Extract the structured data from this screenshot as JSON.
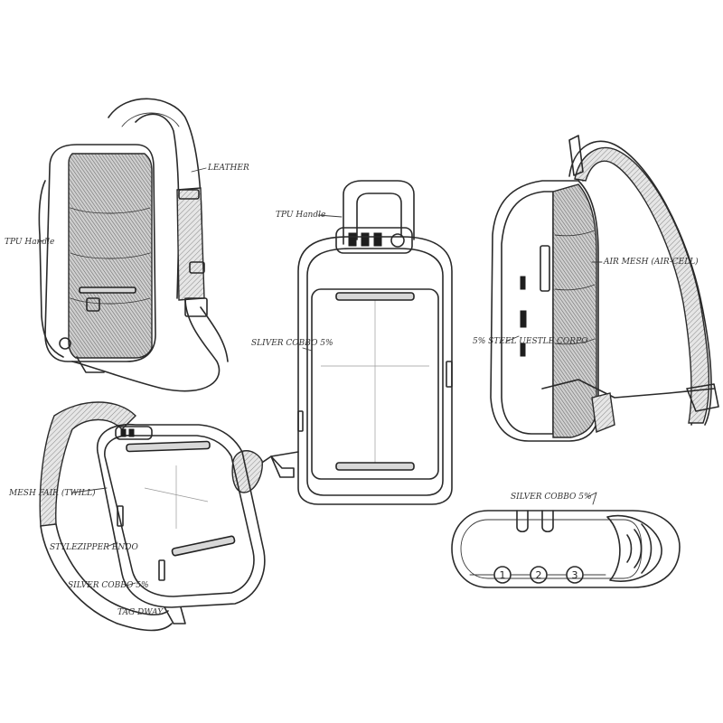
{
  "annotations": {
    "top_left_leather": "LEATHER",
    "top_left_handle": "TPU Handle",
    "center_handle": "TPU Handle",
    "center_silver": "SLIVER COBBO 5%",
    "right_air_mesh": "AIR MESH (AIR-CELL)",
    "right_steel": "5% STEEL UESTLE CORPO",
    "bottom_left_mesh": "MESH FAIR (TWILL)",
    "bottom_left_zipper": "STYLEZIPPER ENDO",
    "bottom_left_silver": "SILVER COBBO 5%",
    "bottom_left_tag": "TAG DWAY",
    "lock_title": "SILVER COBBO 5%"
  },
  "lock_dials": [
    "1",
    "2",
    "3"
  ],
  "colors": {
    "ink": "#2a2a2a",
    "background": "#ffffff",
    "shade": "#d8d8d8"
  }
}
